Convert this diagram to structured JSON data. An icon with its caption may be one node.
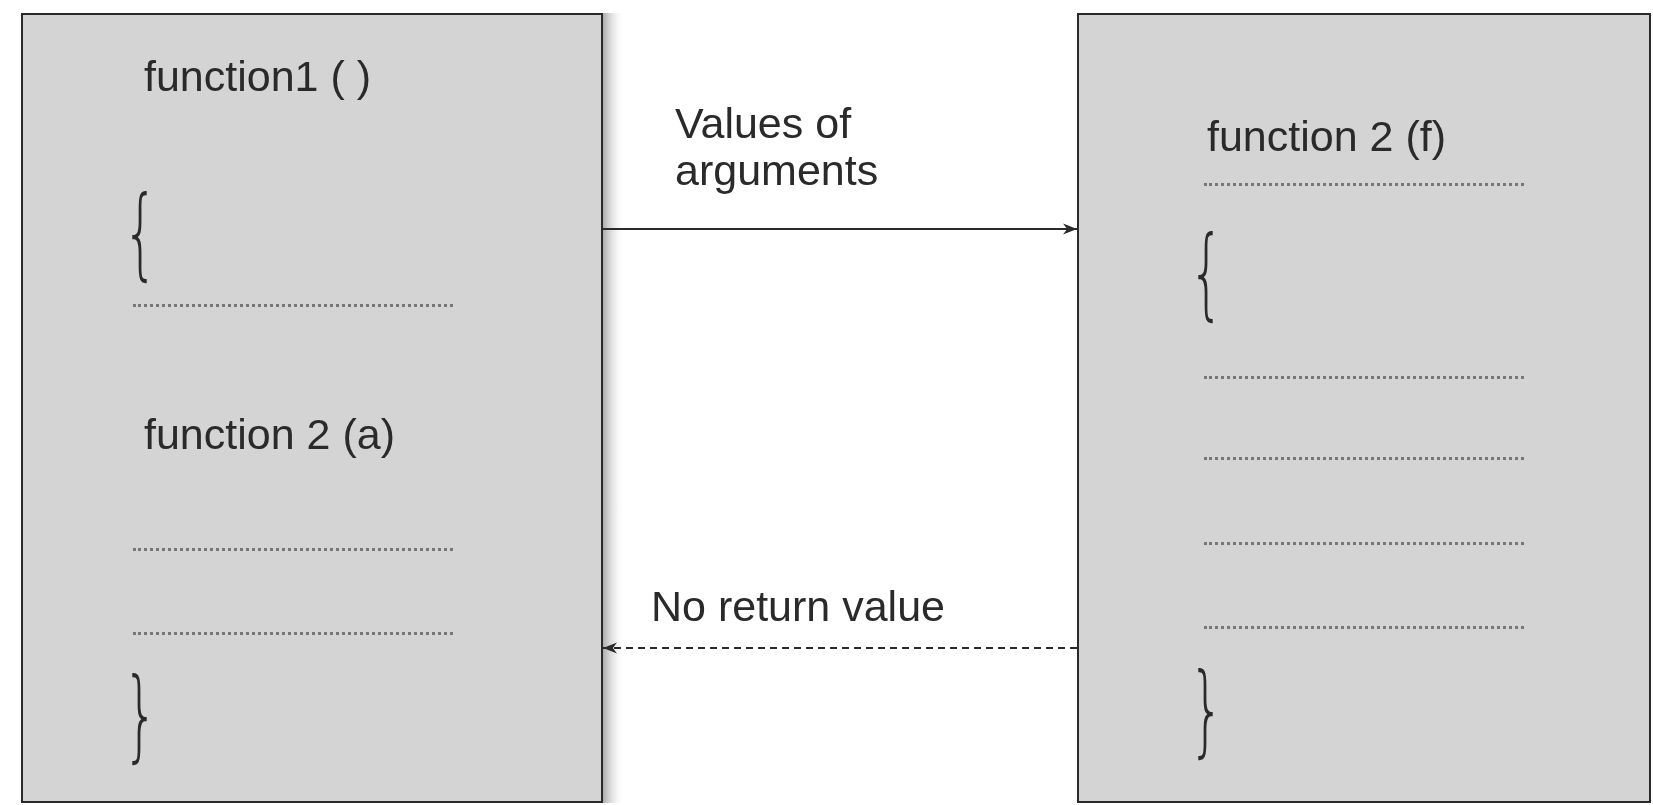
{
  "diagram": {
    "nodes": [
      {
        "text": [
          "function1 ( )",
          "{",
          "function 2 (a)",
          "}"
        ]
      },
      {
        "text": [
          "function 2 (f)",
          "{",
          "}"
        ]
      }
    ],
    "edges": [
      {
        "from": 0,
        "to": 1,
        "arrow": "to",
        "label": "Values of arguments"
      },
      {
        "from": 1,
        "to": 0,
        "arrow": "to",
        "label": "No return value",
        "style": "dashed"
      }
    ]
  }
}
